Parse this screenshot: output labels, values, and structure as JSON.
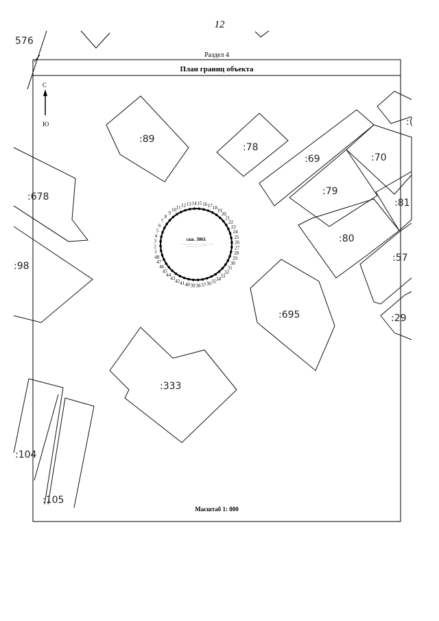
{
  "page_number": "12",
  "section_label": "Раздел 4",
  "plan_title": "План границ объекта",
  "scale_label": "Масштаб 1: 800",
  "north_arrow": {
    "north_letter": "С",
    "south_letter": "Ю"
  },
  "well_label": "скв. 3061",
  "boundary_points": [
    "1",
    "2",
    "3",
    "4",
    "5",
    "6",
    "7",
    "8",
    "9",
    "10",
    "11",
    "12",
    "13",
    "14",
    "15",
    "16",
    "17",
    "18",
    "19",
    "20",
    "21",
    "22",
    "23",
    "24",
    "25",
    "26",
    "27",
    "28",
    "29",
    "30",
    "31",
    "32",
    "33",
    "34",
    "35",
    "36",
    "37",
    "38",
    "39",
    "40",
    "41",
    "42",
    "43",
    "44",
    "45",
    "46",
    "47",
    "48"
  ],
  "parcels": {
    "p89": ":89",
    "p78": ":78",
    "p69": ":69",
    "p70": ":70",
    "p79": ":79",
    "p81": ":81",
    "p80": ":80",
    "p57": ":57",
    "p678": ":678",
    "p98": ":98",
    "p695": ":695",
    "p29": ":29",
    "p333": ":333",
    "p104": ":104",
    "p105": ":105",
    "p576": "576",
    "p_cut": ":("
  }
}
